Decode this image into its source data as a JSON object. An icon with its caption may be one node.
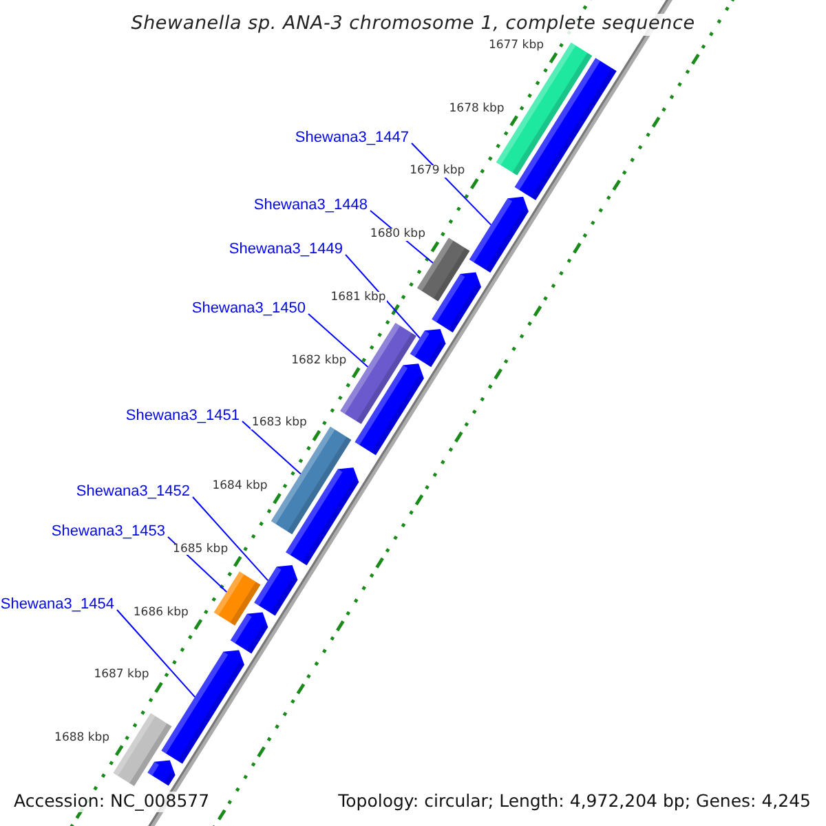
{
  "diagram": {
    "title": "Shewanella sp. ANA-3 chromosome 1, complete sequence",
    "nodes": [
      {
        "text": [
          "Shewana3_1447"
        ]
      },
      {
        "text": [
          "Shewana3_1448"
        ]
      },
      {
        "text": [
          "Shewana3_1449"
        ]
      },
      {
        "text": [
          "Shewana3_1450"
        ]
      },
      {
        "text": [
          "Shewana3_1451"
        ]
      },
      {
        "text": [
          "Shewana3_1452"
        ]
      },
      {
        "text": [
          "Shewana3_1453"
        ]
      },
      {
        "text": [
          "Shewana3_1454"
        ]
      },
      {
        "text": [],
        "shape": "bar"
      },
      {
        "text": [],
        "shape": "bar"
      },
      {
        "text": [],
        "shape": "arrow"
      },
      {
        "text": [],
        "shape": "bar"
      },
      {
        "text": [],
        "shape": "arrow"
      },
      {
        "text": [],
        "shape": "arrow"
      },
      {
        "text": [],
        "shape": "bar"
      },
      {
        "text": [],
        "shape": "arrow"
      },
      {
        "text": [],
        "shape": "bar"
      },
      {
        "text": [],
        "shape": "arrow"
      },
      {
        "text": [],
        "shape": "arrow"
      },
      {
        "text": [],
        "shape": "bar"
      },
      {
        "text": [],
        "shape": "arrow"
      },
      {
        "text": [],
        "shape": "arrow"
      },
      {
        "text": [],
        "shape": "bar"
      },
      {
        "text": [],
        "shape": "arrow"
      }
    ],
    "edges": [
      {
        "from": 0,
        "to": 10,
        "arrow": "none"
      },
      {
        "from": 1,
        "to": 11,
        "arrow": "none"
      },
      {
        "from": 2,
        "to": 13,
        "arrow": "none"
      },
      {
        "from": 3,
        "to": 14,
        "arrow": "none"
      },
      {
        "from": 4,
        "to": 16,
        "arrow": "none"
      },
      {
        "from": 5,
        "to": 18,
        "arrow": "none"
      },
      {
        "from": 6,
        "to": 19,
        "arrow": "none"
      },
      {
        "from": 7,
        "to": 21,
        "arrow": "none"
      }
    ],
    "labels": [
      "1677 kbp",
      "1678 kbp",
      "1679 kbp",
      "1680 kbp",
      "1681 kbp",
      "1682 kbp",
      "1683 kbp",
      "1684 kbp",
      "1685 kbp",
      "1686 kbp",
      "1687 kbp",
      "1688 kbp",
      "Accession: NC_008577",
      "Topology: circular; Length: 4,972,204 bp; Genes: 4,245"
    ]
  }
}
